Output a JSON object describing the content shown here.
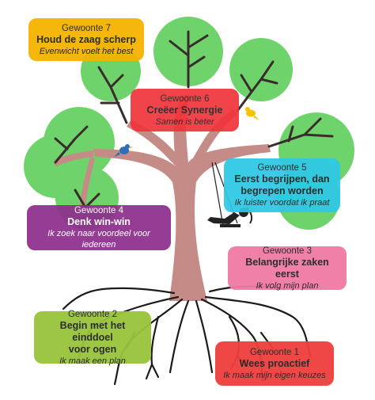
{
  "colors": {
    "trunk": "#c58b87",
    "leaf": "#6ed36a",
    "branch": "#3a2c2c",
    "root": "#1f1a1a"
  },
  "habits": [
    {
      "number": "Gewoonte 7",
      "title": "Houd de zaag scherp",
      "motto": "Evenwicht voelt het best",
      "color": "#f5b400"
    },
    {
      "number": "Gewoonte 6",
      "title": "Creëer Synergie",
      "motto": "Samen is beter",
      "color": "#f0343b"
    },
    {
      "number": "Gewoonte 5",
      "title_lines": [
        "Eerst begrijpen, dan",
        "begrepen worden"
      ],
      "motto": "Ik luister voordat ik praat",
      "color": "#2ec8e6"
    },
    {
      "number": "Gewoonte 4",
      "title": "Denk win-win",
      "motto": "Ik zoek naar voordeel voor iedereen",
      "color": "#8e2e8c"
    },
    {
      "number": "Gewoonte 3",
      "title": "Belangrijke zaken eerst",
      "motto": "Ik volg mijn plan",
      "color": "#f07aa4"
    },
    {
      "number": "Gewoonte 2",
      "title_lines": [
        "Begin met het einddoel",
        "voor ogen"
      ],
      "motto": "Ik maak een plan",
      "color": "#99c43c"
    },
    {
      "number": "Gewoonte 1",
      "title": "Wees proactief",
      "motto": "Ik maak mijn eigen keuzes",
      "color": "#ef3d3d"
    }
  ]
}
